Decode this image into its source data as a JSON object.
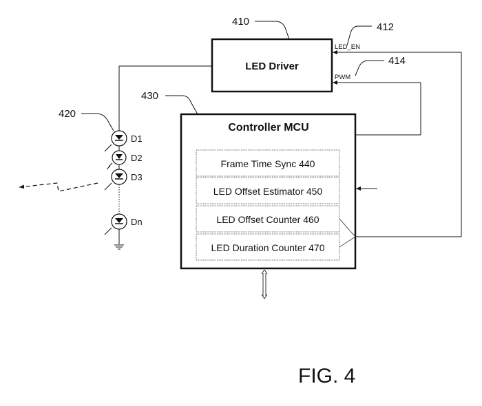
{
  "figure": {
    "caption": "FIG. 4"
  },
  "led_driver": {
    "label": "LED Driver",
    "ref": "410",
    "inputs": [
      {
        "signal": "LED_EN",
        "ref": "412"
      },
      {
        "signal": "PWM",
        "ref": "414"
      }
    ]
  },
  "led_string": {
    "ref": "420",
    "diodes": [
      "D1",
      "D2",
      "D3",
      "Dn"
    ]
  },
  "controller": {
    "label": "Controller MCU",
    "ref": "430",
    "modules": [
      {
        "label": "Frame Time Sync 440"
      },
      {
        "label": "LED Offset Estimator 450"
      },
      {
        "label": "LED Offset Counter 460"
      },
      {
        "label": "LED Duration Counter 470"
      }
    ]
  }
}
